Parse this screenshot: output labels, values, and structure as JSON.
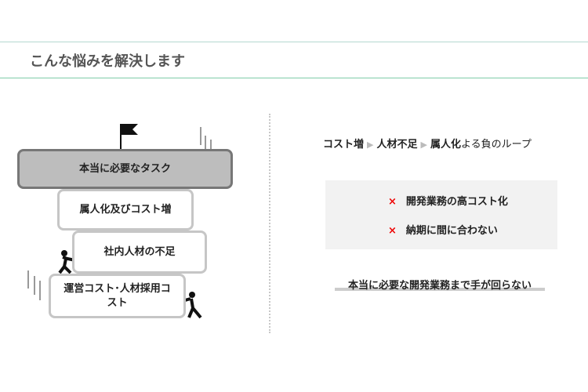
{
  "header": {
    "title": "こんな悩みを解決します"
  },
  "stack": {
    "top": "本当に必要なタスク",
    "b2": "属人化及びコスト増",
    "b3": "社内人材の不足",
    "b4": "運営コスト･人材採用コスト"
  },
  "loop": {
    "s1": "コスト増",
    "s2": "人材不足",
    "s3": "属人化",
    "suffix": "よる負のループ"
  },
  "problems": [
    {
      "mark": "×",
      "text": "開発業務の高コスト化"
    },
    {
      "mark": "×",
      "text": "納期に間に合わない"
    }
  ],
  "conclusion": "本当に必要な開発業務まで手が回らない",
  "colors": {
    "accent_line": "#7fcca8",
    "mark": "#e00000"
  }
}
